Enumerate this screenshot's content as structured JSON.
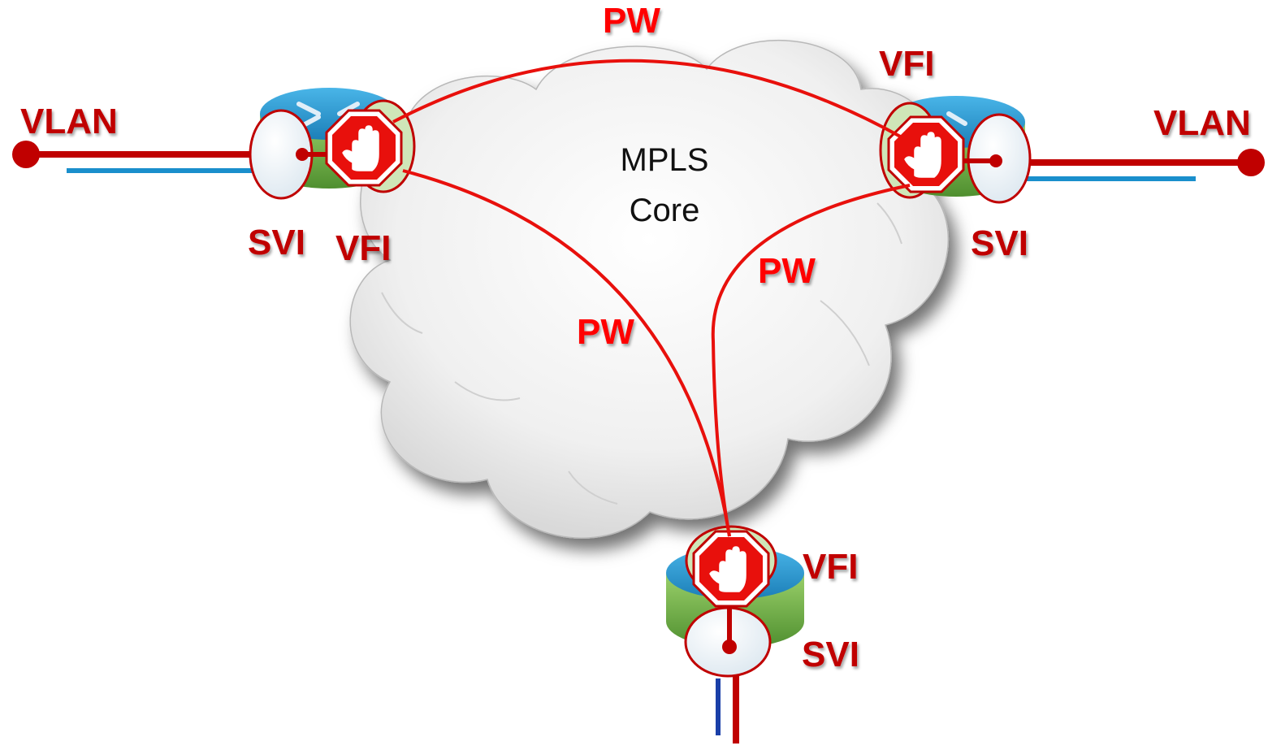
{
  "core": {
    "line1": "MPLS",
    "line2": "Core"
  },
  "labels": {
    "pw_top": "PW",
    "pw_left": "PW",
    "pw_right": "PW",
    "vfi_left": "VFI",
    "vfi_right": "VFI",
    "vfi_bottom": "VFI",
    "svi_left": "SVI",
    "svi_right": "SVI",
    "svi_bottom": "SVI",
    "vlan_left": "VLAN",
    "vlan_right": "VLAN"
  },
  "colors": {
    "pseudowire": "#e8100c",
    "vlan_link": "#c00000",
    "vlan_shadow": "#1a8fcc",
    "label": "#c00000",
    "label_pw": "#ff0000"
  },
  "icons": {
    "router": "router-icon",
    "stop": "stop-hand-icon",
    "cloud": "cloud-icon"
  }
}
